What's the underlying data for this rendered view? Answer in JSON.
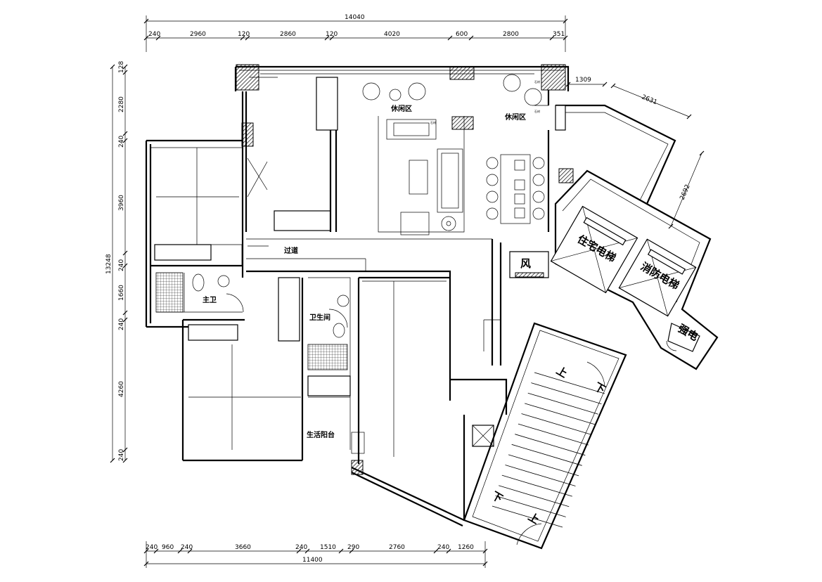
{
  "dimensions": {
    "top_total": "14040",
    "top_segments": [
      "240",
      "2960",
      "120",
      "2860",
      "120",
      "4020",
      "600",
      "2800",
      "351"
    ],
    "bottom_total": "11400",
    "bottom_segments": [
      "240",
      "960",
      "240",
      "3660",
      "240",
      "1510",
      "290",
      "2760",
      "240",
      "1260"
    ],
    "left_total": "13248",
    "left_segments": [
      "128",
      "2280",
      "240",
      "3960",
      "240",
      "1660",
      "240",
      "4260",
      "240"
    ],
    "angled_a": "1309",
    "angled_b": "2631",
    "angled_c": "2692"
  },
  "rooms": {
    "leisure_1": "休闲区",
    "leisure_2": "休闲区",
    "corridor": "过道",
    "master_bath": "主卫",
    "bathroom": "卫生间",
    "balcony": "生活阳台",
    "elevator_residential": "住宅电梯",
    "elevator_fire": "消防电梯",
    "wind": "风",
    "strong": "强电"
  },
  "stairs": {
    "up_1": "上",
    "down_1": "下",
    "down_2": "下",
    "up_2": "上"
  },
  "materials": {
    "stone_1": "石材",
    "stone_2": "石材",
    "stone_3": "石材"
  }
}
